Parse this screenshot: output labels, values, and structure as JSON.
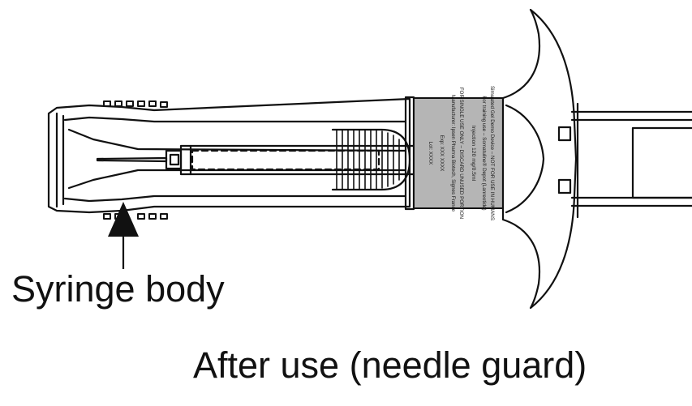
{
  "figure": {
    "callout": "Syringe body",
    "caption": "After use (needle guard)"
  },
  "syringe_label": {
    "lines": [
      "Simulated Gel Demo Device – NOT FOR USE IN HUMANS",
      "For training use – Somatuline® Depot (Lanreotide)",
      "Injection 120 mg/0.5ml",
      "FOR SINGLE USE ONLY – DISCARD UNUSED PORTION",
      "Manufacturer: Ipsen Pharma Biotech, Signes France",
      "Exp: XXX XXXX",
      "Lot: XXXX"
    ],
    "background_color": "#b5b5b5"
  },
  "colors": {
    "ink": "#111111",
    "paper": "#ffffff"
  }
}
